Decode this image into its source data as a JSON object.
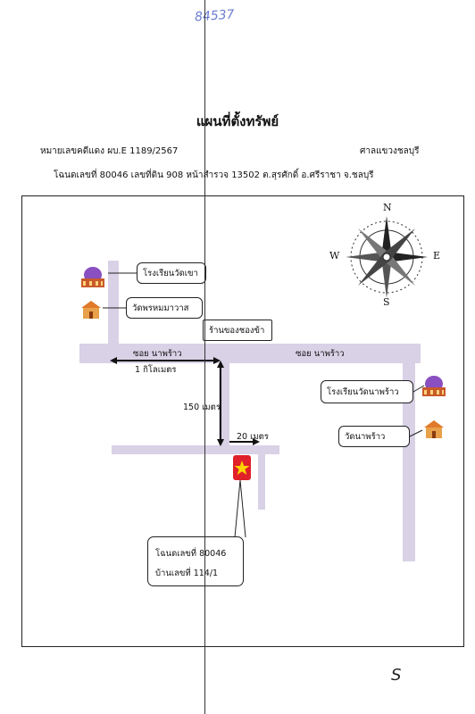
{
  "header": {
    "handwritten_number": "84537",
    "title": "แผนที่ตั้งทรัพย์",
    "case_label": "หมายเลขคดีแดง  ผบ.E 1189/2567",
    "court": "ศาลแขวงชลบุรี",
    "deed_line": "โฉนดเลขที่ 80046  เลขที่ดิน 908  หน้าสำรวจ  13502   ต.สุรศักดิ์ อ.ศรีราชา  จ.ชลบุรี"
  },
  "map": {
    "landmarks": {
      "school_wat_khao": "โรงเรียนวัดเขา",
      "wat_phrom": "วัดพรหมมาวาส",
      "shop": "ร้านของชองข้า",
      "school_wat_naphrao": "โรงเรียนวัดนาพร้าว",
      "wat_naphrao": "วัดนาพร้าว"
    },
    "roads": {
      "left": "ซอย  นาพร้าว",
      "right": "ซอย  นาพร้าว"
    },
    "distances": {
      "horizontal": "1 กิโลเมตร",
      "vertical": "150 เมตร",
      "short": "20 เมตร"
    },
    "callout": {
      "deed": "โฉนดเลขที่ 80046",
      "house": "บ้านเลขที่  114/1"
    },
    "compass": {
      "n": "N",
      "s": "S",
      "e": "E",
      "w": "W"
    },
    "colors": {
      "road": "#d9d1e6",
      "property_marker": "#e0202a",
      "star": "#ffd400"
    }
  },
  "footer": {
    "signature": "S"
  }
}
